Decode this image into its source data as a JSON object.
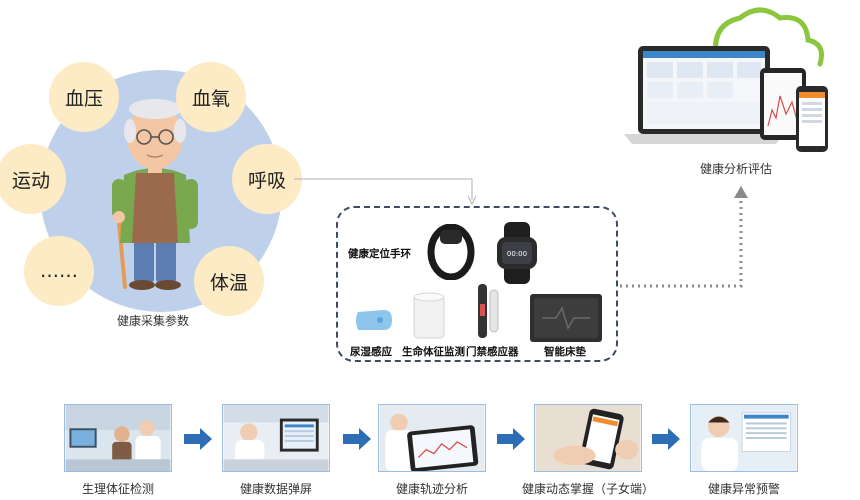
{
  "collection": {
    "label": "健康采集参数",
    "params": [
      "血压",
      "血氧",
      "运动",
      "呼吸",
      "……",
      "体温"
    ]
  },
  "devices": {
    "wristband": "健康定位手环",
    "urine": "尿湿感应",
    "vital": "生命体征监测",
    "door": "门禁感应器",
    "mattress": "智能床垫"
  },
  "analysis": {
    "label": "健康分析评估"
  },
  "flow": [
    {
      "label": "生理体征检测"
    },
    {
      "label": "健康数据弹屏"
    },
    {
      "label": "健康轨迹分析"
    },
    {
      "label": "健康动态掌握（子女端）"
    },
    {
      "label": "健康异常预警"
    }
  ],
  "colors": {
    "circle": "#bfd1ea",
    "param_bubble": "#fdebc5",
    "arrow_blue": "#2d6db5",
    "cloud_green": "#8cc63f",
    "dashed": "#3c4b66"
  }
}
